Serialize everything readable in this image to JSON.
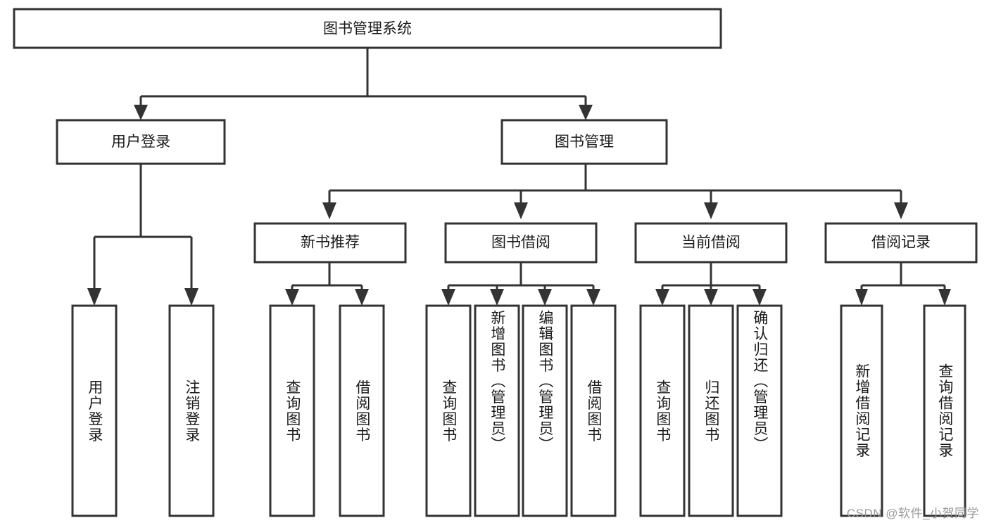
{
  "diagram": {
    "title_node": {
      "label": "图书管理系统"
    },
    "level2": [
      {
        "id": "user-login",
        "label": "用户登录"
      },
      {
        "id": "book-management",
        "label": "图书管理"
      }
    ],
    "level3": [
      {
        "id": "new-book-recommend",
        "label": "新书推荐"
      },
      {
        "id": "book-borrow",
        "label": "图书借阅"
      },
      {
        "id": "current-borrow",
        "label": "当前借阅"
      },
      {
        "id": "borrow-record",
        "label": "借阅记录"
      }
    ],
    "leaves": {
      "user_login": [
        {
          "id": "leaf-user-login",
          "label": "用户登录"
        },
        {
          "id": "leaf-logout-login",
          "label": "注销登录"
        }
      ],
      "new_book_recommend": [
        {
          "id": "leaf-query-book-1",
          "label": "查询图书"
        },
        {
          "id": "leaf-borrow-book-1",
          "label": "借阅图书"
        }
      ],
      "book_borrow": [
        {
          "id": "leaf-query-book-2",
          "label": "查询图书"
        },
        {
          "id": "leaf-add-book",
          "label": "新增图书（管理员）"
        },
        {
          "id": "leaf-edit-book",
          "label": "编辑图书（管理员）"
        },
        {
          "id": "leaf-borrow-book-2",
          "label": "借阅图书"
        }
      ],
      "current_borrow": [
        {
          "id": "leaf-query-book-3",
          "label": "查询图书"
        },
        {
          "id": "leaf-return-book",
          "label": "归还图书"
        },
        {
          "id": "leaf-confirm-return",
          "label": "确认归还（管理员）"
        }
      ],
      "borrow_record": [
        {
          "id": "leaf-add-record",
          "label": "新增借阅记录"
        },
        {
          "id": "leaf-query-record",
          "label": "查询借阅记录"
        }
      ]
    }
  },
  "watermark": {
    "text": "CSDN @软件_小贺同学"
  },
  "colors": {
    "stroke": "#333333",
    "fill": "#ffffff",
    "text": "#1a1a1a",
    "watermark": "#9a9a9a"
  }
}
